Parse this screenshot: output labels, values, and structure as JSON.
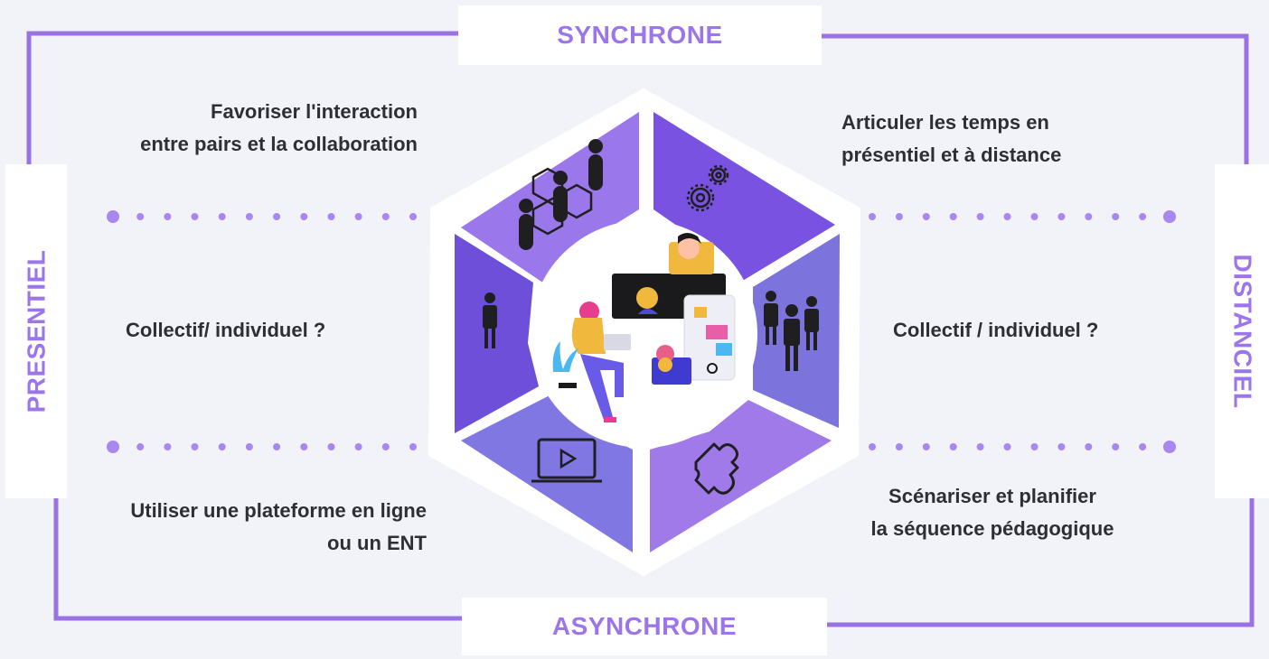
{
  "axes": {
    "top": "SYNCHRONE",
    "bottom": "ASYNCHRONE",
    "left": "PRESENTIEL",
    "right": "DISTANCIEL"
  },
  "labels": {
    "top_left": [
      "Favoriser l'interaction",
      "entre pairs et la collaboration"
    ],
    "top_right": [
      "Articuler les temps en",
      "présentiel et à distance"
    ],
    "mid_left": "Collectif/ individuel ?",
    "mid_right": "Collectif / individuel  ?",
    "bottom_left": [
      "Utiliser une plateforme en ligne",
      "ou un ENT"
    ],
    "bottom_right": [
      "Scénariser  et planifier",
      "la séquence pédagogique"
    ]
  },
  "segments": [
    {
      "position": "top-left",
      "icon": "people-network-icon",
      "color": "#9a77ea"
    },
    {
      "position": "top-right",
      "icon": "gears-icon",
      "color": "#7a52e2"
    },
    {
      "position": "right",
      "icon": "group-people-icon",
      "color": "#7d73dc"
    },
    {
      "position": "bottom-right",
      "icon": "puzzle-icon",
      "color": "#a07ae9"
    },
    {
      "position": "bottom-left",
      "icon": "video-laptop-icon",
      "color": "#8177e2"
    },
    {
      "position": "left",
      "icon": "single-person-icon",
      "color": "#6e4fd9"
    }
  ],
  "colors": {
    "accent": "#9d75ea",
    "frame": "#9a72e3",
    "text": "#2e2e34",
    "background": "#f2f2f9"
  },
  "center_illustration": "remote-collaboration-illustration"
}
